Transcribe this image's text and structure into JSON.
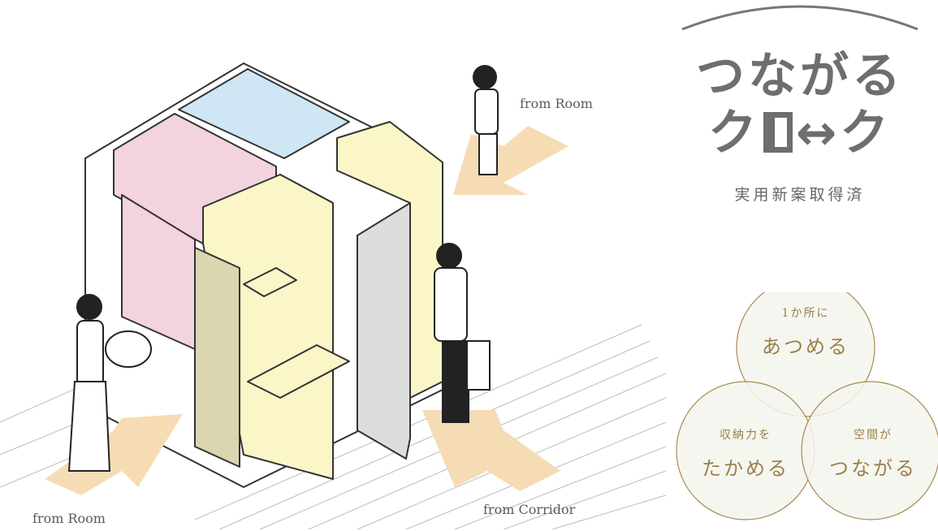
{
  "labels": {
    "from_room_top": "from Room",
    "from_room_bottom": "from Room",
    "from_corridor": "from Corridor"
  },
  "logo": {
    "line1": "つながる",
    "line2_left": "ク",
    "line2_right": "ク",
    "arrow": "↔",
    "patent": "実用新案取得済"
  },
  "venn": [
    {
      "small": "1か所に",
      "big": "あつめる"
    },
    {
      "small": "収納力を",
      "big": "たかめる"
    },
    {
      "small": "空間が",
      "big": "つながる"
    }
  ],
  "colors": {
    "pink": "#f3d3e0",
    "blue": "#cfe6f5",
    "yellow": "#faf6c8",
    "arrow": "#f6dcb5",
    "gold": "#a98a4f",
    "circle_fill": "#f5f4ee"
  }
}
